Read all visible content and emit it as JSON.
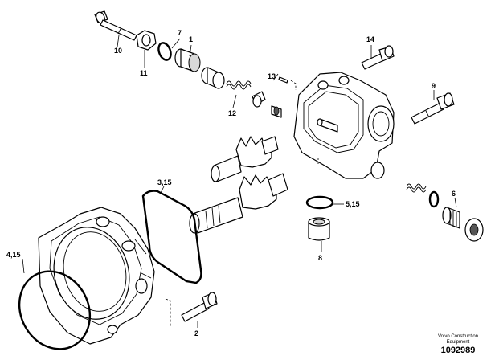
{
  "callouts": [
    {
      "id": "c10",
      "text": "10"
    },
    {
      "id": "c11",
      "text": "11"
    },
    {
      "id": "c7",
      "text": "7"
    },
    {
      "id": "c1",
      "text": "1"
    },
    {
      "id": "c12",
      "text": "12"
    },
    {
      "id": "c13",
      "text": "13"
    },
    {
      "id": "c14",
      "text": "14"
    },
    {
      "id": "c9",
      "text": "9"
    },
    {
      "id": "c315",
      "text": "3,15"
    },
    {
      "id": "c515",
      "text": "5,15"
    },
    {
      "id": "c6",
      "text": "6"
    },
    {
      "id": "c8",
      "text": "8"
    },
    {
      "id": "c415",
      "text": "4,15"
    },
    {
      "id": "c2",
      "text": "2"
    }
  ],
  "footer": {
    "brand": "Volvo Construction Equipment",
    "drawing_number": "1092989"
  }
}
